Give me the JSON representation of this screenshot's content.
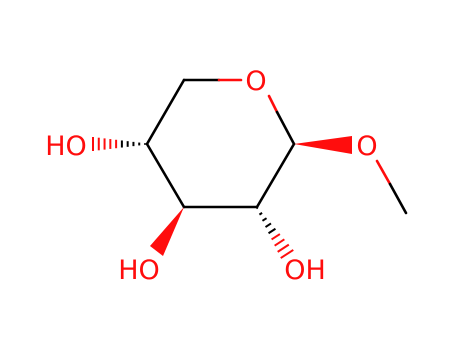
{
  "molecule": {
    "colors": {
      "bond": "#000000",
      "oxygen": "#ff0d0d"
    },
    "atoms": {
      "ring_oxygen": "O",
      "methoxy_oxygen": "O",
      "hydroxyl_left": "HO",
      "hydroxyl_bottom_left": "HO",
      "hydroxyl_bottom_right": "OH"
    },
    "bond_styles": {
      "c1_methoxy": "wedge",
      "c3_hydroxyl": "wedge",
      "c2_hydroxyl": "hash",
      "c4_hydroxyl": "hash"
    }
  }
}
